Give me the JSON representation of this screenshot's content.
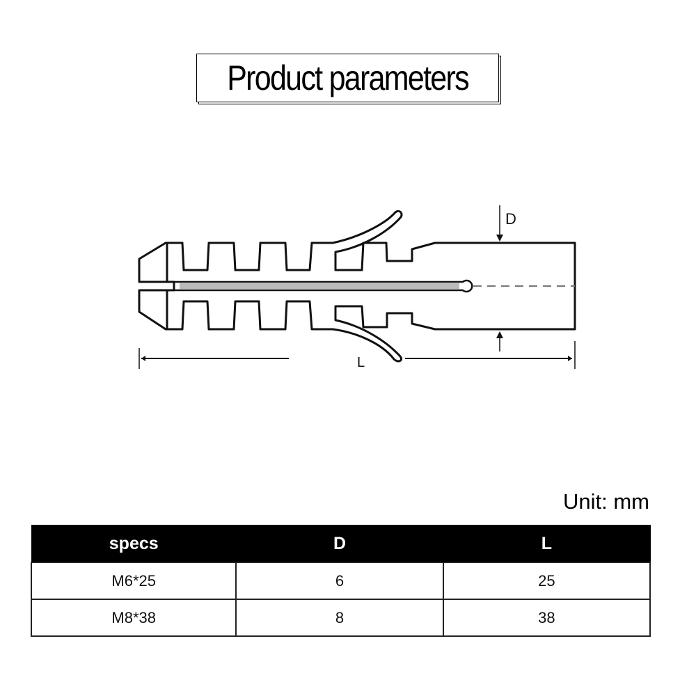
{
  "title": "Product parameters",
  "drawing": {
    "label_d": "D",
    "label_l": "L"
  },
  "unit": "Unit: mm",
  "table": {
    "headers": [
      "specs",
      "D",
      "L"
    ],
    "rows": [
      [
        "M6*25",
        "6",
        "25"
      ],
      [
        "M8*38",
        "8",
        "38"
      ]
    ]
  }
}
